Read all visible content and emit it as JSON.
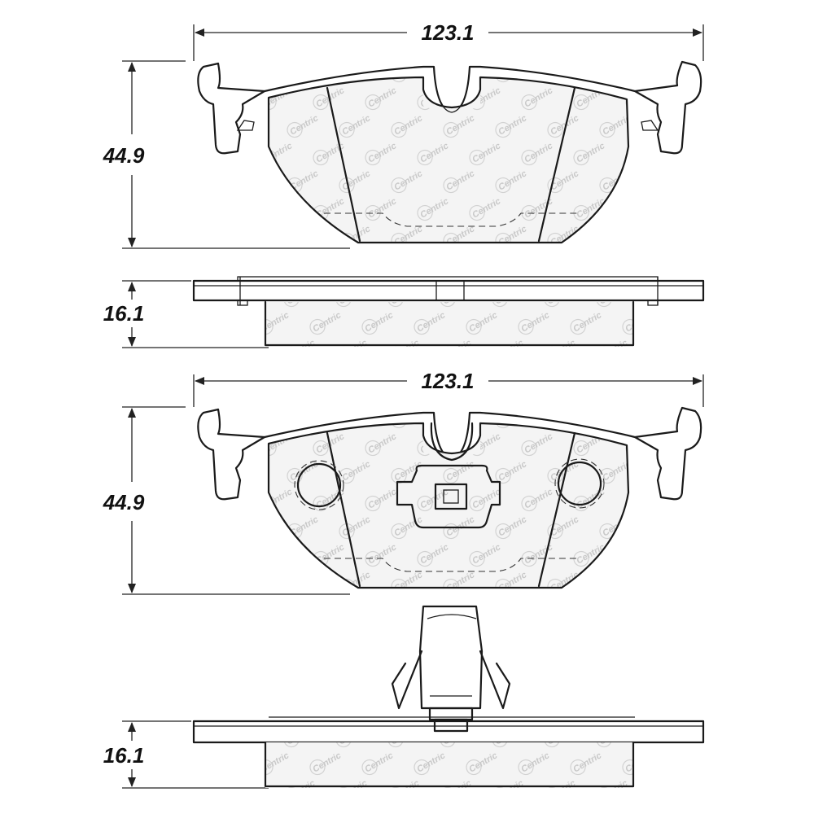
{
  "dimensions": {
    "top_view_width": "123.1",
    "top_view_height": "44.9",
    "top_side_thickness": "16.1",
    "bottom_view_width": "123.1",
    "bottom_view_height": "44.9",
    "bottom_side_thickness": "16.1"
  },
  "watermark_text": "Centric",
  "colors": {
    "line": "#1a1a1a",
    "watermark": "#c9c9c9",
    "background": "#ffffff"
  }
}
